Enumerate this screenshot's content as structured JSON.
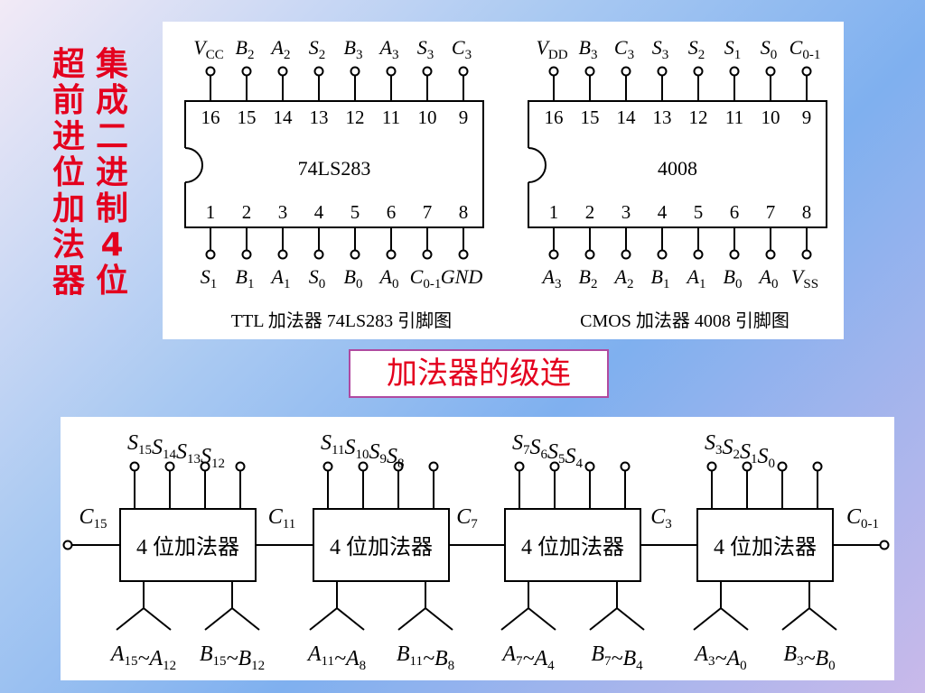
{
  "title": {
    "col1": [
      "集",
      "成",
      "二",
      "进",
      "制",
      "4",
      "位"
    ],
    "col2": [
      "超",
      "前",
      "进",
      "位",
      "加",
      "法",
      "器"
    ]
  },
  "chip1": {
    "name": "74LS283",
    "caption": "TTL 加法器 74LS283 引脚图",
    "top_pins": [
      {
        "label": "V",
        "sub": "CC"
      },
      {
        "label": "B",
        "sub": "2"
      },
      {
        "label": "A",
        "sub": "2"
      },
      {
        "label": "S",
        "sub": "2"
      },
      {
        "label": "B",
        "sub": "3"
      },
      {
        "label": "A",
        "sub": "3"
      },
      {
        "label": "S",
        "sub": "3"
      },
      {
        "label": "C",
        "sub": "3"
      }
    ],
    "top_nums": [
      "16",
      "15",
      "14",
      "13",
      "12",
      "11",
      "10",
      "9"
    ],
    "bottom_nums": [
      "1",
      "2",
      "3",
      "4",
      "5",
      "6",
      "7",
      "8"
    ],
    "bottom_pins": [
      {
        "label": "S",
        "sub": "1"
      },
      {
        "label": "B",
        "sub": "1"
      },
      {
        "label": "A",
        "sub": "1"
      },
      {
        "label": "S",
        "sub": "0"
      },
      {
        "label": "B",
        "sub": "0"
      },
      {
        "label": "A",
        "sub": "0"
      },
      {
        "label": "C",
        "sub": "0-1"
      },
      {
        "label": "GND",
        "sub": ""
      }
    ]
  },
  "chip2": {
    "name": "4008",
    "caption": "CMOS 加法器 4008 引脚图",
    "top_pins": [
      {
        "label": "V",
        "sub": "DD"
      },
      {
        "label": "B",
        "sub": "3"
      },
      {
        "label": "C",
        "sub": "3"
      },
      {
        "label": "S",
        "sub": "3"
      },
      {
        "label": "S",
        "sub": "2"
      },
      {
        "label": "S",
        "sub": "1"
      },
      {
        "label": "S",
        "sub": "0"
      },
      {
        "label": "C",
        "sub": "0-1"
      }
    ],
    "top_nums": [
      "16",
      "15",
      "14",
      "13",
      "12",
      "11",
      "10",
      "9"
    ],
    "bottom_nums": [
      "1",
      "2",
      "3",
      "4",
      "5",
      "6",
      "7",
      "8"
    ],
    "bottom_pins": [
      {
        "label": "A",
        "sub": "3"
      },
      {
        "label": "B",
        "sub": "2"
      },
      {
        "label": "A",
        "sub": "2"
      },
      {
        "label": "B",
        "sub": "1"
      },
      {
        "label": "A",
        "sub": "1"
      },
      {
        "label": "B",
        "sub": "0"
      },
      {
        "label": "A",
        "sub": "0"
      },
      {
        "label": "V",
        "sub": "SS"
      }
    ]
  },
  "cascade_heading": "加法器的级连",
  "cascade": {
    "block_label": "4 位加法器",
    "carries": [
      {
        "label": "C",
        "sub": "15"
      },
      {
        "label": "C",
        "sub": "11"
      },
      {
        "label": "C",
        "sub": "7"
      },
      {
        "label": "C",
        "sub": "3"
      },
      {
        "label": "C",
        "sub": "0-1"
      }
    ],
    "blocks": [
      {
        "outputs": [
          {
            "label": "S",
            "sub": "15"
          },
          {
            "label": "S",
            "sub": "14"
          },
          {
            "label": "S",
            "sub": "13"
          },
          {
            "label": "S",
            "sub": "12"
          }
        ],
        "inputs": [
          [
            {
              "t": "A",
              "s": "15"
            },
            {
              "t": "~",
              "s": ""
            },
            {
              "t": "A",
              "s": "12"
            }
          ],
          [
            {
              "t": "B",
              "s": "15"
            },
            {
              "t": "~",
              "s": ""
            },
            {
              "t": "B",
              "s": "12"
            }
          ]
        ]
      },
      {
        "outputs": [
          {
            "label": "S",
            "sub": "11"
          },
          {
            "label": "S",
            "sub": "10"
          },
          {
            "label": "S",
            "sub": "9"
          },
          {
            "label": "S",
            "sub": "8"
          }
        ],
        "inputs": [
          [
            {
              "t": "A",
              "s": "11"
            },
            {
              "t": "~",
              "s": ""
            },
            {
              "t": "A",
              "s": "8"
            }
          ],
          [
            {
              "t": "B",
              "s": "11"
            },
            {
              "t": "~",
              "s": ""
            },
            {
              "t": "B",
              "s": "8"
            }
          ]
        ]
      },
      {
        "outputs": [
          {
            "label": "S",
            "sub": "7"
          },
          {
            "label": "S",
            "sub": "6"
          },
          {
            "label": "S",
            "sub": "5"
          },
          {
            "label": "S",
            "sub": "4"
          }
        ],
        "inputs": [
          [
            {
              "t": "A",
              "s": "7"
            },
            {
              "t": "~",
              "s": ""
            },
            {
              "t": "A",
              "s": "4"
            }
          ],
          [
            {
              "t": "B",
              "s": "7"
            },
            {
              "t": "~",
              "s": ""
            },
            {
              "t": "B",
              "s": "4"
            }
          ]
        ]
      },
      {
        "outputs": [
          {
            "label": "S",
            "sub": "3"
          },
          {
            "label": "S",
            "sub": "2"
          },
          {
            "label": "S",
            "sub": "1"
          },
          {
            "label": "S",
            "sub": "0"
          }
        ],
        "inputs": [
          [
            {
              "t": "A",
              "s": "3"
            },
            {
              "t": "~",
              "s": ""
            },
            {
              "t": "A",
              "s": "0"
            }
          ],
          [
            {
              "t": "B",
              "s": "3"
            },
            {
              "t": "~",
              "s": ""
            },
            {
              "t": "B",
              "s": "0"
            }
          ]
        ]
      }
    ]
  }
}
